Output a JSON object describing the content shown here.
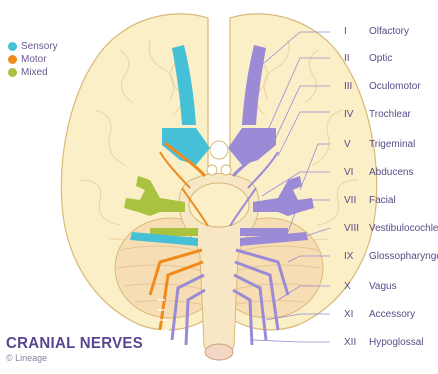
{
  "title": "CRANIAL NERVES",
  "credit": "© Lineage",
  "legend": [
    {
      "label": "Sensory",
      "color": "#45c0d6"
    },
    {
      "label": "Motor",
      "color": "#f08a1c"
    },
    {
      "label": "Mixed",
      "color": "#a9c23f"
    }
  ],
  "colors": {
    "brain": "#fbefc8",
    "brain_outline": "#d9b978",
    "cerebellum": "#f6ddb4",
    "brainstem": "#f8e7c4",
    "sensory": "#45c0d6",
    "motor": "#f08a1c",
    "mixed": "#a9c23f",
    "nerve_violet": "#9b8ad6",
    "label_text": "#5a4b86"
  },
  "nerves": [
    {
      "numeral": "I",
      "name": "Olfactory"
    },
    {
      "numeral": "II",
      "name": "Optic"
    },
    {
      "numeral": "III",
      "name": "Oculomotor"
    },
    {
      "numeral": "IV",
      "name": "Trochlear"
    },
    {
      "numeral": "V",
      "name": "Trigeminal"
    },
    {
      "numeral": "VI",
      "name": "Abducens"
    },
    {
      "numeral": "VII",
      "name": "Facial"
    },
    {
      "numeral": "VIII",
      "name": "Vestibulocochlear"
    },
    {
      "numeral": "IX",
      "name": "Glossopharyngeal"
    },
    {
      "numeral": "X",
      "name": "Vagus"
    },
    {
      "numeral": "XI",
      "name": "Accessory"
    },
    {
      "numeral": "XII",
      "name": "Hypoglossal"
    }
  ]
}
